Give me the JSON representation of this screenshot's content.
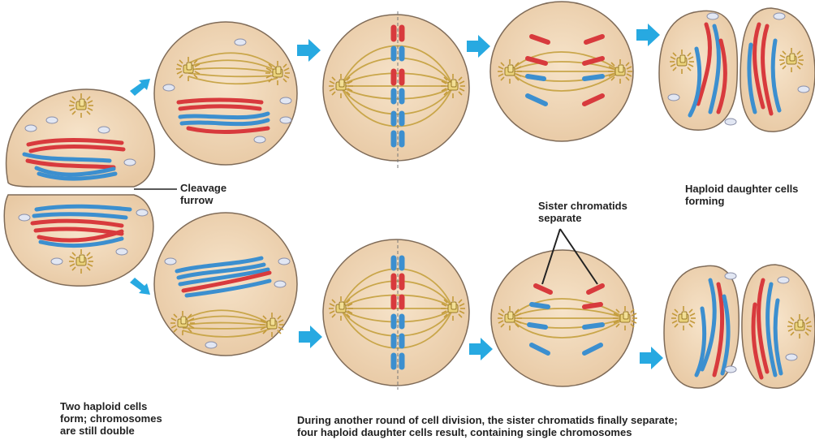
{
  "labels": {
    "cleavage_furrow": [
      "Cleavage",
      "furrow"
    ],
    "haploid_forming": [
      "Haploid daughter cells",
      "forming"
    ],
    "sister_chromatids": [
      "Sister chromatids",
      "separate"
    ],
    "two_haploid": [
      "Two haploid cells",
      "form; chromosomes",
      "are still double"
    ],
    "during_round": [
      "During another round of cell division, the sister chromatids finally separate;",
      "four haploid daughter cells result, containing single chromosomes"
    ]
  },
  "colors": {
    "cell_fill": "#efd3b2",
    "cell_stroke": "#7f6b58",
    "spindle": "#c9a64a",
    "centrosome": "#e6cf78",
    "chromosome_red": "#d83a3d",
    "chromosome_blue": "#3c8fcf",
    "arrow": "#27a9e1",
    "vesicle": "#dde3f0"
  }
}
